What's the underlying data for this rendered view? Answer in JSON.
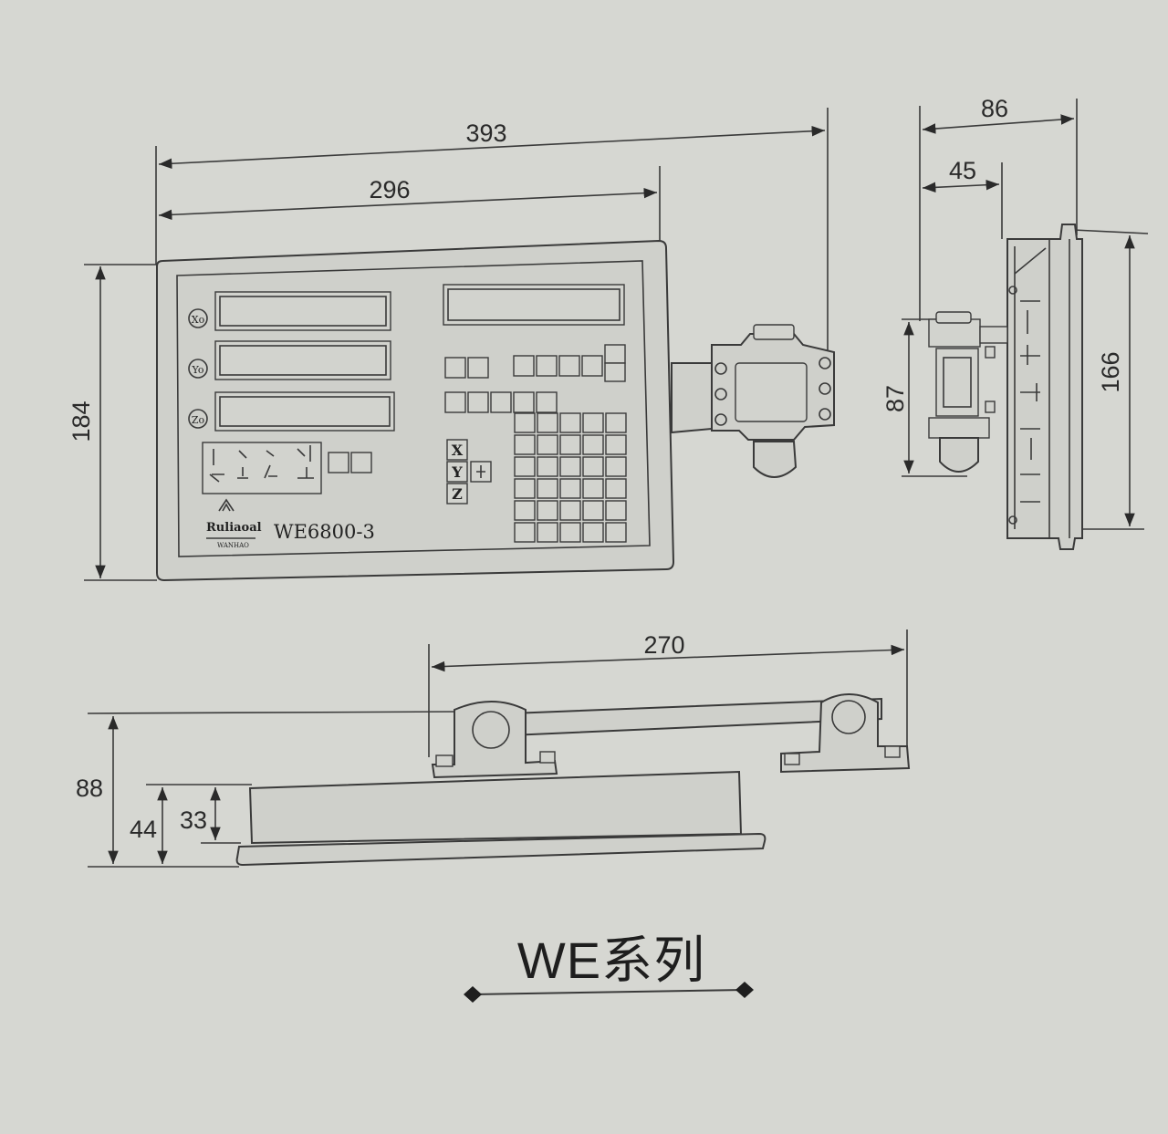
{
  "front_view": {
    "dim_overall_width": "393",
    "dim_panel_width": "296",
    "dim_height": "184",
    "axis_labels": [
      "Xo",
      "Yo",
      "Zo"
    ],
    "key_labels": [
      "X",
      "Y",
      "Z"
    ],
    "model": "WE6800-3",
    "brand_text": "Ruliaoal",
    "brand_subtext": "WANHAO"
  },
  "side_view": {
    "dim_depth_total": "86",
    "dim_depth_bracket": "45",
    "dim_bracket_height": "87",
    "dim_side_height": "166"
  },
  "top_view": {
    "dim_bracket_span": "270",
    "dim_total_height": "88",
    "dim_body_height": "44",
    "dim_panel_height": "33"
  },
  "series_title": "WE系列"
}
